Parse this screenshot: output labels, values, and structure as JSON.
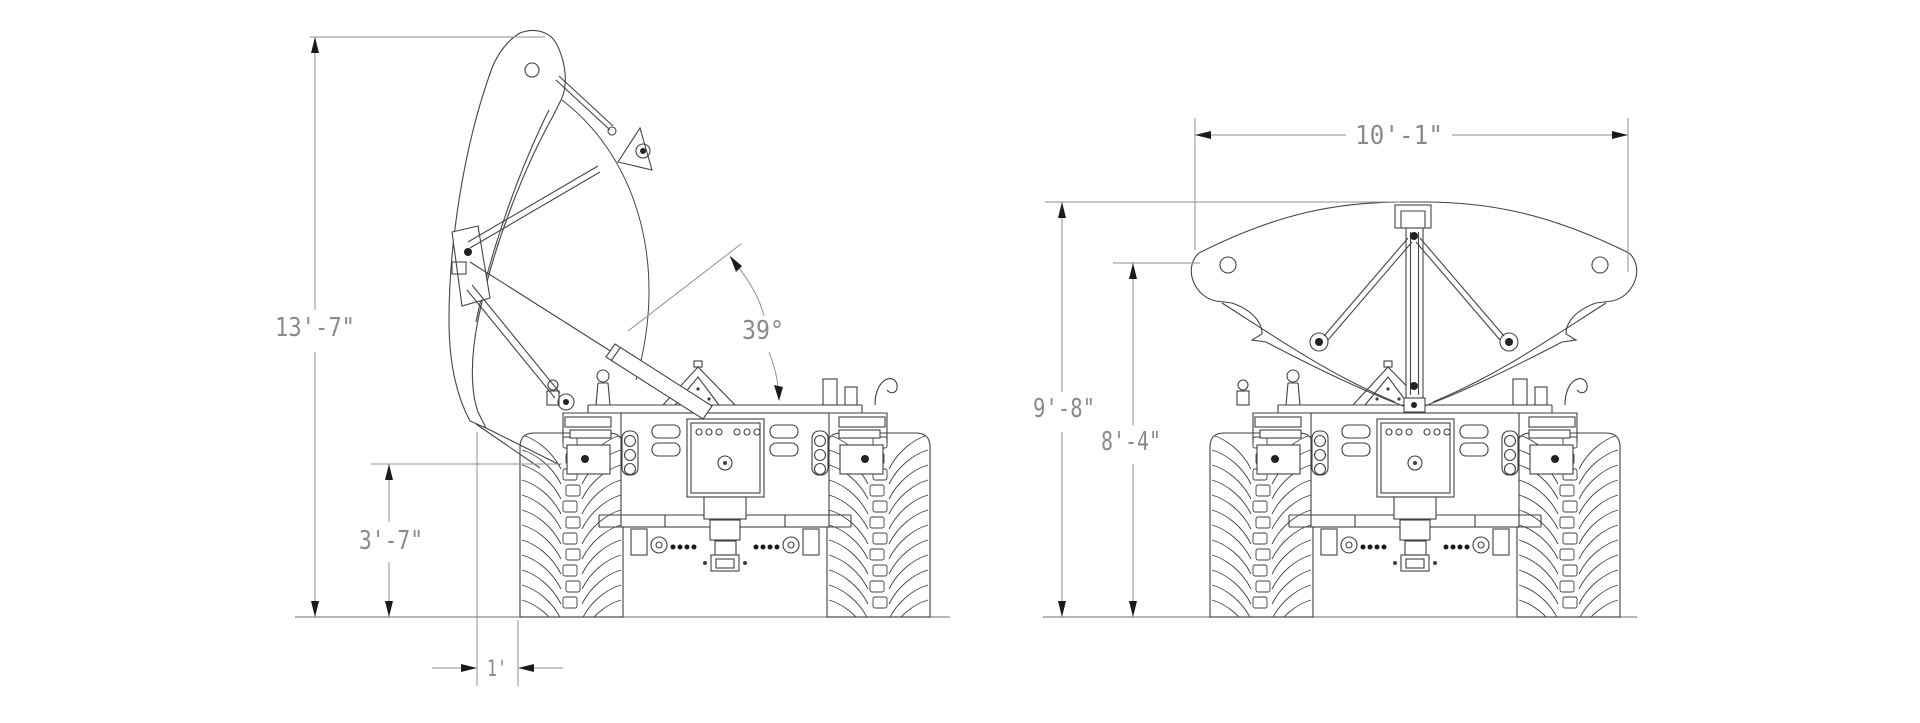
{
  "drawing": {
    "colors": {
      "background": "#ffffff",
      "machine_line": "#3f3f3f",
      "dimension_line": "#8f8f8f",
      "arrowhead": "#1a1a1a",
      "dimension_text": "#8a8a8a"
    },
    "left_view": {
      "dimensions": {
        "total_height": "13'-7\"",
        "lower_height": "3'-7\"",
        "side_offset": "1'",
        "fold_angle": "39°"
      }
    },
    "right_view": {
      "dimensions": {
        "overall_width": "10'-1\"",
        "overall_height": "9'-8\"",
        "wing_tip_height": "8'-4\""
      }
    }
  }
}
